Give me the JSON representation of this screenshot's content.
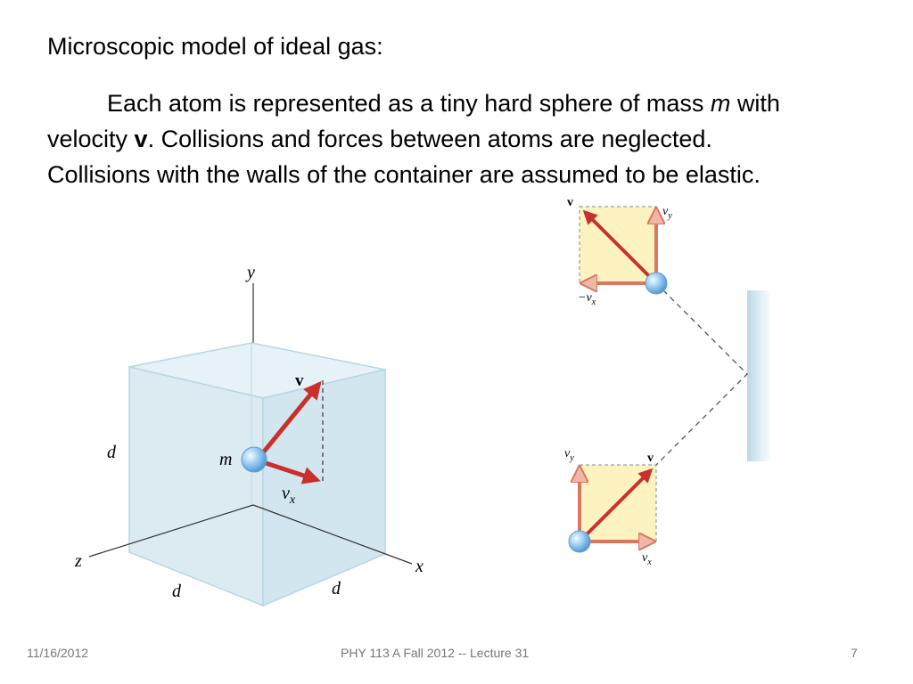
{
  "slide": {
    "title": "Microscopic model of ideal gas:",
    "paragraph": {
      "part1": "Each atom is represented as a tiny hard sphere of mass ",
      "mass_symbol": "m",
      "part2": " with velocity ",
      "velocity_symbol": "v",
      "part3": ".   Collisions and forces between atoms are neglected.  Collisions with the walls of the container are assumed to be elastic."
    }
  },
  "cube_figure": {
    "axis_y": "y",
    "axis_x": "x",
    "axis_z": "z",
    "edge_left": "d",
    "edge_front": "d",
    "edge_right": "d",
    "mass_label": "m",
    "velocity_label": "v",
    "vx_label": "v",
    "vx_subscript": "x"
  },
  "collision_figure": {
    "before": {
      "velocity_label": "v",
      "vy_label": "v",
      "vy_subscript": "y",
      "neg_vx_label": "−v",
      "neg_vx_subscript": "x"
    },
    "after": {
      "velocity_label": "v",
      "vy_label": "v",
      "vy_subscript": "y",
      "vx_label": "v",
      "vx_subscript": "x"
    }
  },
  "footer": {
    "date": "11/16/2012",
    "course": "PHY 113 A  Fall 2012 -- Lecture 31",
    "page": "7"
  },
  "colors": {
    "arrow_red": "#c9302c",
    "cube_face": "#dcebf2",
    "velocity_box": "#fdf3c0",
    "sphere_blue": "#8fc4ee",
    "wall": "#d3e6ef"
  }
}
